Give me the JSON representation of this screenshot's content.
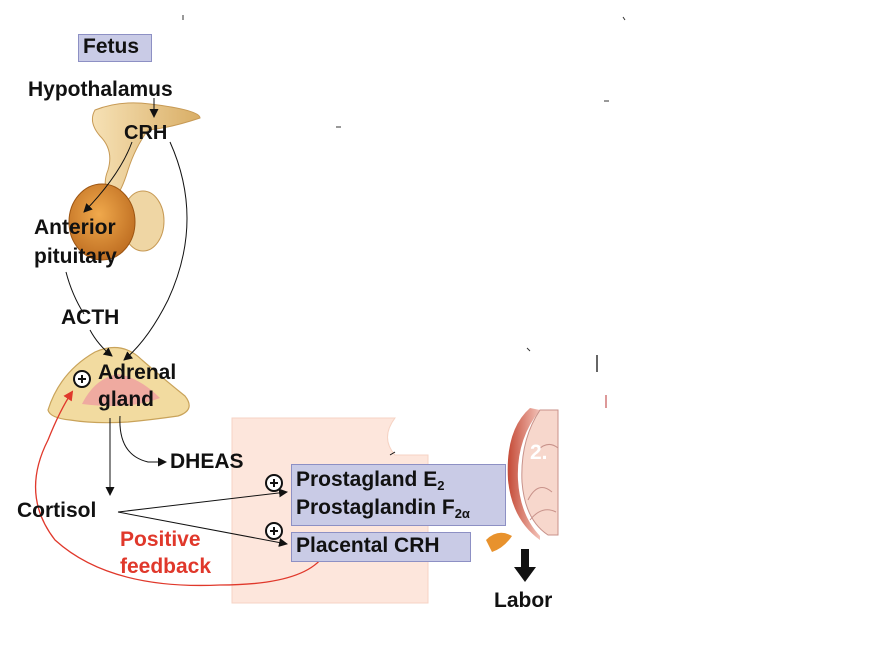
{
  "title": "Fetus",
  "labels": {
    "hypothalamus": "Hypothalamus",
    "crh": "CRH",
    "anterior_pituitary_line1": "Anterior",
    "anterior_pituitary_line2": "pituitary",
    "acth": "ACTH",
    "adrenal_line1": "Adrenal",
    "adrenal_line2": "gland",
    "dheas": "DHEAS",
    "cortisol": "Cortisol",
    "positive_line1": "Positive",
    "positive_line2": "feedback",
    "prostaglandin_e_base": "Prostagland E",
    "prostaglandin_e_sub": "2",
    "prostaglandin_f_base": "Prostaglandin F",
    "prostaglandin_f_sub": "2α",
    "placental_crh": "Placental CRH",
    "step_label": "2.",
    "labor": "Labor"
  },
  "colors": {
    "feedback": "#e0382b",
    "box_fill": "#c9cbe6",
    "placenta_fill": "#fde6dc",
    "pituitary": "#d98a2b",
    "hypothalamus": "#e9c58a",
    "adrenal": "#f2dba0"
  }
}
